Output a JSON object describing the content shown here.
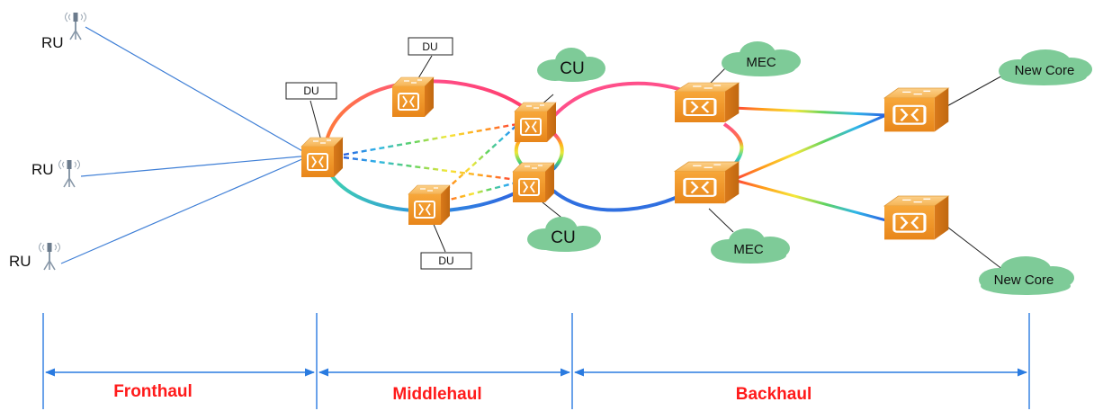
{
  "diagram": {
    "ru_nodes": [
      {
        "label": "RU"
      },
      {
        "label": "RU"
      },
      {
        "label": "RU"
      }
    ],
    "du_boxes": [
      {
        "label": "DU"
      },
      {
        "label": "DU"
      },
      {
        "label": "DU"
      }
    ],
    "clouds": [
      {
        "label": "CU"
      },
      {
        "label": "CU"
      },
      {
        "label": "MEC"
      },
      {
        "label": "MEC"
      },
      {
        "label": "New Core"
      },
      {
        "label": "New Core"
      }
    ],
    "segments": [
      {
        "label": "Fronthaul"
      },
      {
        "label": "Middlehaul"
      },
      {
        "label": "Backhaul"
      }
    ],
    "colors": {
      "fronthaul_link": "#3f7fd6",
      "segment_label": "#ff1a1a",
      "segment_axis": "#2a7be0",
      "cloud_fill": "#7ecb98",
      "device_orange": "#f39a2a",
      "device_dark": "#d97d12",
      "device_light": "#fbc273"
    },
    "icons": [
      "antenna-icon",
      "router-device-icon",
      "cloud-icon",
      "double-arrow-icon"
    ]
  }
}
